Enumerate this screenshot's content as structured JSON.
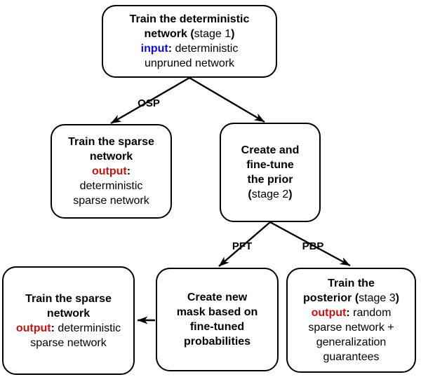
{
  "diagram": {
    "colors": {
      "background": "#ffffff",
      "box_fill": "#ffffff",
      "box_border": "#000000",
      "edge_line": "#000000",
      "text": "#000000",
      "input_keyword": "#0d0ddd",
      "output_keyword": "#cc1111"
    },
    "edge_labels": {
      "osp": "OSP",
      "pft": "PFT",
      "pbp": "PBP"
    },
    "nodes": {
      "stage1_train_deterministic": {
        "lines": [
          [
            {
              "t": "Train the deterministic",
              "s": "b"
            }
          ],
          [
            {
              "t": "network (",
              "s": "b"
            },
            {
              "t": "stage 1",
              "s": "r"
            },
            {
              "t": ")",
              "s": "b"
            }
          ],
          [
            {
              "t": "input",
              "s": "in"
            },
            {
              "t": ": ",
              "s": "b"
            },
            {
              "t": "deterministic",
              "s": "r"
            }
          ],
          [
            {
              "t": "unpruned network",
              "s": "r"
            }
          ]
        ]
      },
      "osp_train_sparse": {
        "lines": [
          [
            {
              "t": "Train the sparse",
              "s": "b"
            }
          ],
          [
            {
              "t": "network",
              "s": "b"
            }
          ],
          [
            {
              "t": "output",
              "s": "out"
            },
            {
              "t": ":",
              "s": "b"
            }
          ],
          [
            {
              "t": "deterministic",
              "s": "r"
            }
          ],
          [
            {
              "t": "sparse network",
              "s": "r"
            }
          ]
        ]
      },
      "stage2_create_prior": {
        "lines": [
          [
            {
              "t": "Create and",
              "s": "b"
            }
          ],
          [
            {
              "t": "fine-tune",
              "s": "b"
            }
          ],
          [
            {
              "t": "the prior",
              "s": "b"
            }
          ],
          [
            {
              "t": "(",
              "s": "b"
            },
            {
              "t": "stage 2",
              "s": "r"
            },
            {
              "t": ")",
              "s": "b"
            }
          ]
        ]
      },
      "pft_train_sparse": {
        "lines": [
          [
            {
              "t": "Train the sparse",
              "s": "b"
            }
          ],
          [
            {
              "t": "network",
              "s": "b"
            }
          ],
          [
            {
              "t": "output",
              "s": "out"
            },
            {
              "t": ": ",
              "s": "b"
            },
            {
              "t": "deterministic",
              "s": "r"
            }
          ],
          [
            {
              "t": "sparse network",
              "s": "r"
            }
          ]
        ]
      },
      "create_new_mask": {
        "lines": [
          [
            {
              "t": "Create new",
              "s": "b"
            }
          ],
          [
            {
              "t": "mask based on",
              "s": "b"
            }
          ],
          [
            {
              "t": "fine-tuned",
              "s": "b"
            }
          ],
          [
            {
              "t": "probabilities",
              "s": "b"
            }
          ]
        ]
      },
      "stage3_train_posterior": {
        "lines": [
          [
            {
              "t": "Train the",
              "s": "b"
            }
          ],
          [
            {
              "t": "posterior (",
              "s": "b"
            },
            {
              "t": "stage 3",
              "s": "r"
            },
            {
              "t": ")",
              "s": "b"
            }
          ],
          [
            {
              "t": "output",
              "s": "out"
            },
            {
              "t": ": ",
              "s": "b"
            },
            {
              "t": "random",
              "s": "r"
            }
          ],
          [
            {
              "t": "sparse network +",
              "s": "r"
            }
          ],
          [
            {
              "t": "generalization",
              "s": "r"
            }
          ],
          [
            {
              "t": "guarantees",
              "s": "r"
            }
          ]
        ]
      }
    }
  }
}
